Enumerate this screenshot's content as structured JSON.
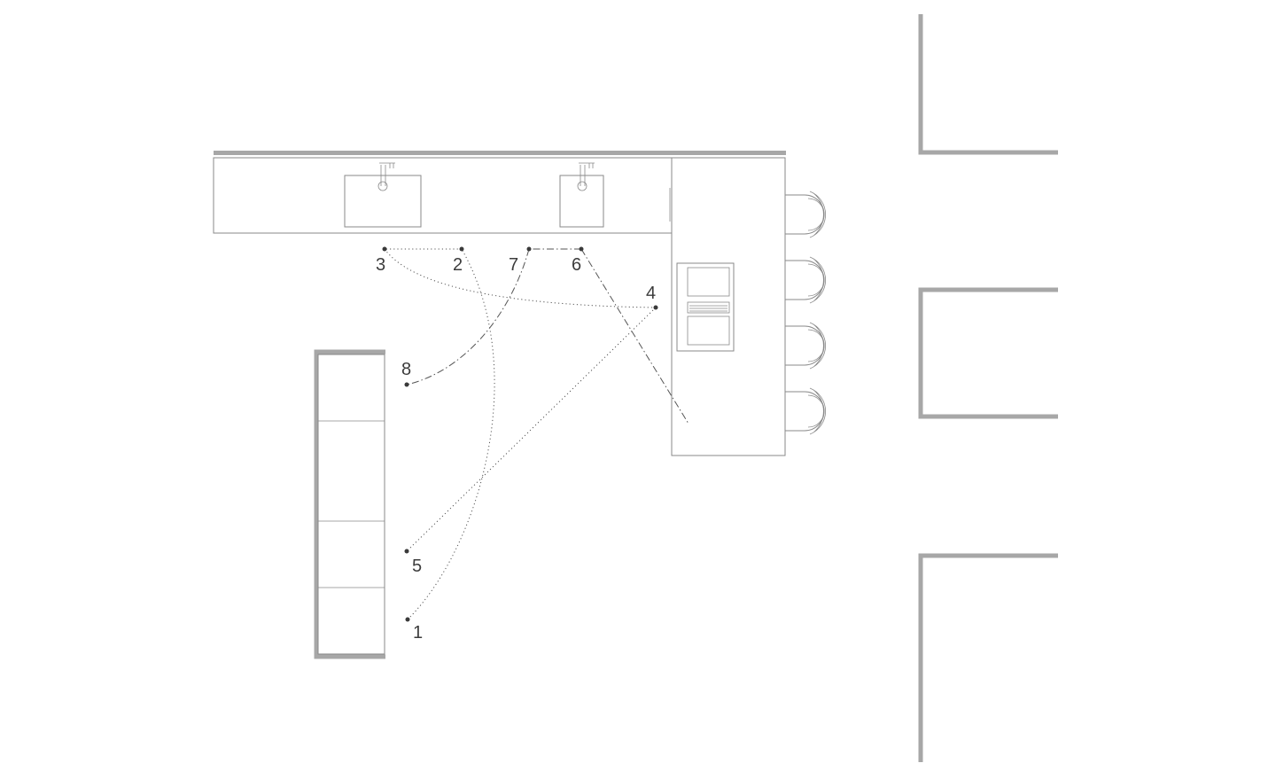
{
  "plan": {
    "points": [
      {
        "id": "1",
        "label": "1"
      },
      {
        "id": "2",
        "label": "2"
      },
      {
        "id": "3",
        "label": "3"
      },
      {
        "id": "4",
        "label": "4"
      },
      {
        "id": "5",
        "label": "5"
      },
      {
        "id": "6",
        "label": "6"
      },
      {
        "id": "7",
        "label": "7"
      },
      {
        "id": "8",
        "label": "8"
      }
    ],
    "routes": [
      {
        "name": "1-2-3-4-5",
        "style": "dotted",
        "sequence": [
          "1",
          "2",
          "3",
          "4",
          "5"
        ]
      },
      {
        "name": "6-7-8",
        "style": "dash-dot",
        "sequence": [
          "6",
          "7",
          "8"
        ]
      }
    ],
    "stools": 4,
    "sinks": 2,
    "tall_cabinet_sections": 4,
    "colors": {
      "wall": "#a7a7a7",
      "line": "#8a8a8a",
      "route": "#555555",
      "label": "#3c3c3c"
    }
  }
}
